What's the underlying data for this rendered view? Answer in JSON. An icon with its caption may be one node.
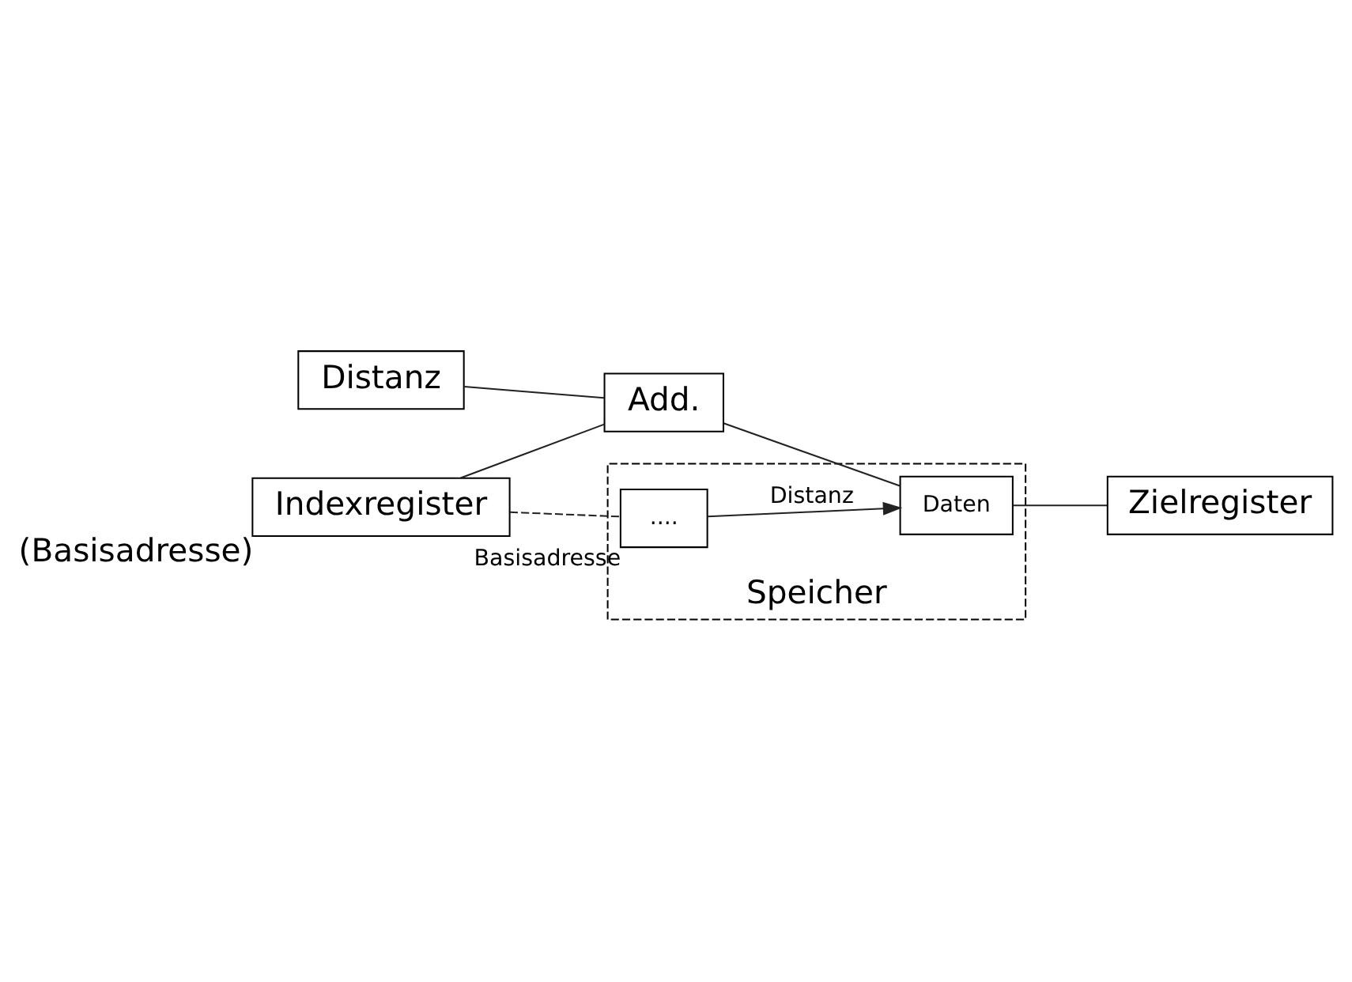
{
  "diagram": {
    "nodes": [
      {
        "text": [
          "Distanz"
        ]
      },
      {
        "text": [
          "Indexregister"
        ],
        "beside": [
          "(Basisadresse)"
        ]
      },
      {
        "text": [
          "Speicher"
        ]
      },
      {
        "text": [
          "...."
        ],
        "in": 2,
        "beside": [
          "Basisadresse"
        ]
      },
      {
        "text": [
          "Daten"
        ],
        "in": 2
      },
      {
        "text": [
          "Add."
        ]
      },
      {
        "text": [
          "Zielregister"
        ]
      }
    ],
    "edges": [
      {
        "from": 0,
        "to": 5,
        "arrow": "none"
      },
      {
        "from": 1,
        "to": 5,
        "arrow": "none"
      },
      {
        "from": 1,
        "to": 3,
        "arrow": "none",
        "style": "dashed"
      },
      {
        "from": 3,
        "to": 4,
        "arrow": "to",
        "label": "Distanz"
      },
      {
        "from": 5,
        "to": 4,
        "arrow": "none"
      },
      {
        "from": 4,
        "to": 6,
        "arrow": "none"
      }
    ]
  }
}
